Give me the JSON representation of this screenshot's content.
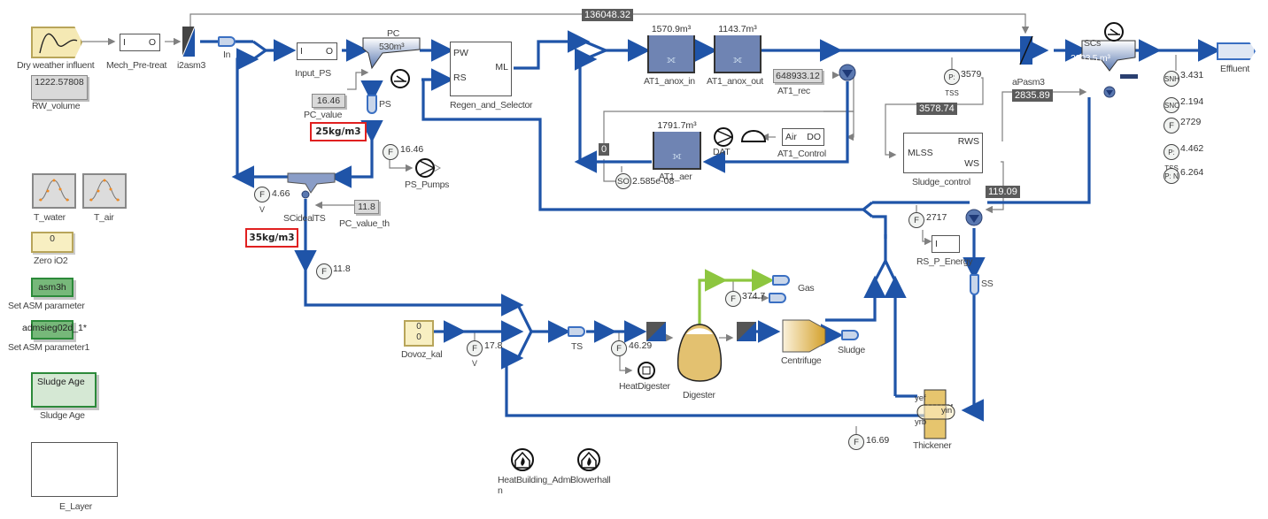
{
  "blocks": {
    "dry_weather_influent": "Dry weather influent",
    "rw_volume_value": "1222.57808",
    "rw_volume": "RW_volume",
    "mech_pretreat": "Mech_Pre-treat",
    "mech_in": "I",
    "mech_out": "O",
    "i2asm3": "i2asm3",
    "in_conn": "In",
    "input_ps": "Input_PS",
    "input_ps_in": "I",
    "input_ps_out": "O",
    "pc_title": "PC",
    "pc_volume": "530m³",
    "pc_value_num": "16.46",
    "pc_value": "PC_value",
    "ps_conn": "PS",
    "red_box_1": "25kg/m3",
    "red_box_2": "35kg/m3",
    "regen": "Regen_and_Selector",
    "regen_pw": "PW",
    "regen_rs": "RS",
    "regen_ml": "ML",
    "top_flow": "136048.32",
    "at1_anox_in_vol": "1570.9m³",
    "at1_anox_in": "AT1_anox_in",
    "at1_anox_out_vol": "1143.7m³",
    "at1_anox_out": "AT1_anox_out",
    "at1_rec_value": "648933.12",
    "at1_rec": "AT1_rec",
    "at1_aer_vol": "1791.7m³",
    "at1_aer": "AT1_aer",
    "dat": "DAT",
    "at1_control": "AT1_Control",
    "at1_control_air": "Air",
    "at1_control_do": "DO",
    "zero_display": "0",
    "so_sensor": "SO",
    "so_value": "2.585e-08",
    "ptss_label": "P: TSS",
    "ptss_value": "3579",
    "mlss_display": "3578.74",
    "sludge_control": "Sludge_control",
    "sc_mlss": "MLSS",
    "sc_rws": "RWS",
    "sc_ws": "WS",
    "apasm3": "aPasm3",
    "scs_title": "SCs",
    "scs_volume": "2203.5 m³",
    "rws_display": "2835.89",
    "ws_display": "119.09",
    "effluent": "Effluent",
    "snh": "SNH",
    "snh_value": "3.431",
    "sno": "SNO",
    "sno_value": "2.194",
    "f_eff_value": "2729",
    "ptss2_label": "P: TSS",
    "ptss2_value": "4.462",
    "pn_label": "P: N",
    "pn_value": "6.264",
    "f_rs_value": "2717",
    "rs_p_energy": "RS_P_Energy",
    "rs_p_energy_in": "I",
    "ss_conn": "SS",
    "f_ps_value": "16.46",
    "ps_pumps": "PS_Pumps",
    "f_scideal_value": "4.66",
    "scidealts": "SCidealTS",
    "pc_value_th_num": "11.8",
    "pc_value_th": "PC_value_th",
    "f_ts_in_value": "11.8",
    "t_water": "T_water",
    "t_air": "T_air",
    "zero_io2_value": "0",
    "zero_io2": "Zero iO2",
    "asm3h": "asm3h",
    "set_asm": "Set ASM parameter",
    "admsieg": "admsieg02d_1*",
    "set_asm1": "Set ASM parameter1",
    "sludge_age_btn": "Sludge Age",
    "sludge_age": "Sludge Age",
    "e_layer": "E_Layer",
    "dovoz_top": "0",
    "dovoz_bot": "0",
    "dovoz_kal": "Dovoz_kal",
    "f_dovoz_value": "17.8",
    "ts_conn": "TS",
    "f_dig_value": "46.29",
    "heat_digester": "HeatDigester",
    "digester": "Digester",
    "f_gas_value": "374.7",
    "gas": "Gas",
    "centrifuge": "Centrifuge",
    "sludge": "Sludge",
    "thickener": "Thickener",
    "thick_yef": "yef",
    "thick_yin": "yin",
    "thick_yrb": "yrb",
    "f_thick_value": "16.69",
    "heatbuilding_admin": "HeatBuilding_Admi\nn",
    "blowerhall": "Blowerhall",
    "sensor_f": "F",
    "v_mark": "V"
  },
  "colors": {
    "pipe": "#1f54a8",
    "signal": "#808080",
    "gas_pipe": "#8dc63f",
    "highlight_border": "#e02020",
    "tank_fill": "#6f84b3",
    "green_block": "#77b87a"
  }
}
